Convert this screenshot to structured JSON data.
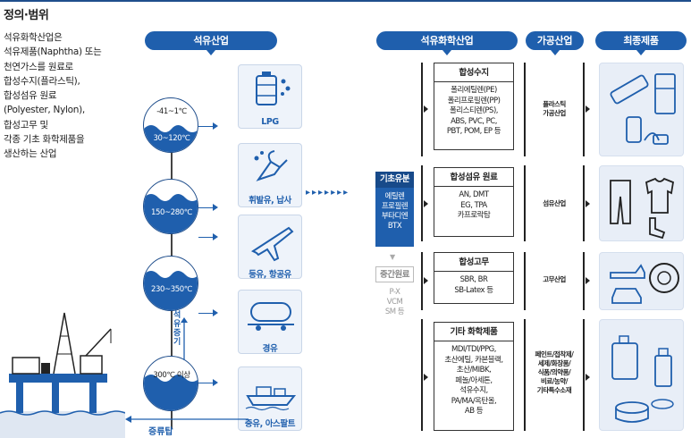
{
  "title": "정의·범위",
  "description_lines": [
    "석유화학산업은",
    "석유제품(Naphtha) 또는",
    "천연가스를 원료로",
    "합성수지(플라스틱),",
    "합성섬유 원료",
    "(Polyester, Nylon),",
    "합성고무 및",
    "각종 기초 화학제품을",
    "생산하는 산업"
  ],
  "headers": {
    "petroleum": "석유산업",
    "petrochem": "석유화학산업",
    "processing": "가공산업",
    "final": "최종제품"
  },
  "tower": {
    "temps": [
      "-41~1℃",
      "30~120℃",
      "150~280℃",
      "230~350℃",
      "300℃ 이상"
    ],
    "vapor_label": "석유증기",
    "bottom_label": "증류탑"
  },
  "petroleum_products": [
    "LPG",
    "휘발유, 납사",
    "등유, 항공유",
    "경유",
    "중유, 아스팔트"
  ],
  "basic": {
    "head": "기초유분",
    "items": [
      "에틸렌",
      "프로필렌",
      "부타디엔",
      "BTX"
    ]
  },
  "intermediate": {
    "head": "중간원료",
    "items": [
      "P-X",
      "VCM",
      "SM 등"
    ]
  },
  "categories": [
    {
      "title": "합성수지",
      "items": [
        "폴리에틸렌(PE)",
        "폴리프로필렌(PP)",
        "폴리스티렌(PS),",
        "ABS, PVC, PC,",
        "PBT, POM, EP 등"
      ]
    },
    {
      "title": "합성섬유 원료",
      "items": [
        "AN, DMT",
        "EG, TPA",
        "카프로락탐"
      ]
    },
    {
      "title": "합성고무",
      "items": [
        "SBR, BR",
        "SB-Latex 등"
      ]
    },
    {
      "title": "기타 화학제품",
      "items": [
        "MDI/TDI/PPG,",
        "초산에틸, 카본블랙,",
        "초산/MIBK,",
        "페놀/아세톤,",
        "석유수지,",
        "PA/MA/옥탄올,",
        "AB 등"
      ]
    }
  ],
  "processing": [
    [
      "플라스틱",
      "가공산업"
    ],
    [
      "섬유산업"
    ],
    [
      "고무산업"
    ],
    [
      "페인트/접착제/",
      "세제/화장품/",
      "식품/의약품/",
      "비료/농약/",
      "기타특수소재"
    ]
  ],
  "icons": {
    "lpg": "gas-tank-icon",
    "gasoline": "fuel-nozzle-icon",
    "kerosene": "airplane-icon",
    "diesel": "tanker-car-icon",
    "heavy": "ship-icon"
  },
  "colors": {
    "brand_blue": "#1f5fad",
    "light_blue": "#eef3fa"
  }
}
